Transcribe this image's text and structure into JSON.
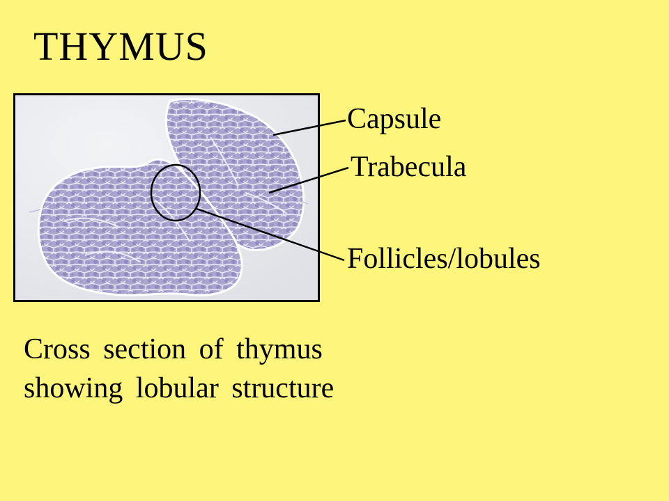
{
  "slide": {
    "title": "THYMUS",
    "background_color": "#fdf57c"
  },
  "micrograph": {
    "tissue_color": "#9c97c4",
    "background_color": "#e6e8ec",
    "labels": {
      "capsule": "Capsule",
      "trabecula": "Trabecula",
      "follicles": "Follicles/lobules"
    }
  },
  "caption": {
    "line1": "Cross section of thymus",
    "line2": "showing lobular structure"
  }
}
